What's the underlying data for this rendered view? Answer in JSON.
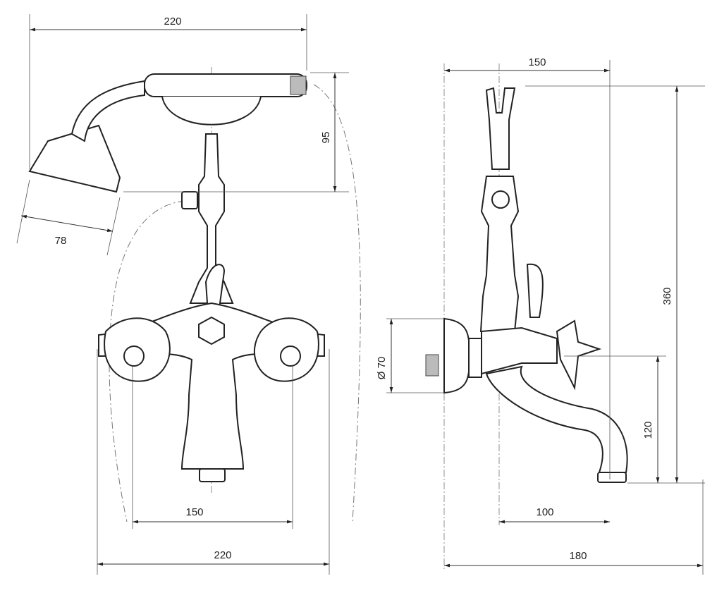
{
  "title": "Bath mixer with hand shower – dimension drawing",
  "dimensions": {
    "front_top_width": "220",
    "handset_height": "95",
    "shower_head_diameter": "78",
    "inlet_spacing": "150",
    "front_bottom_width": "220",
    "side_top_depth": "150",
    "total_height": "360",
    "flange_diameter": "Ø 70",
    "spout_height": "120",
    "spout_reach": "100",
    "side_bottom_depth": "180"
  }
}
